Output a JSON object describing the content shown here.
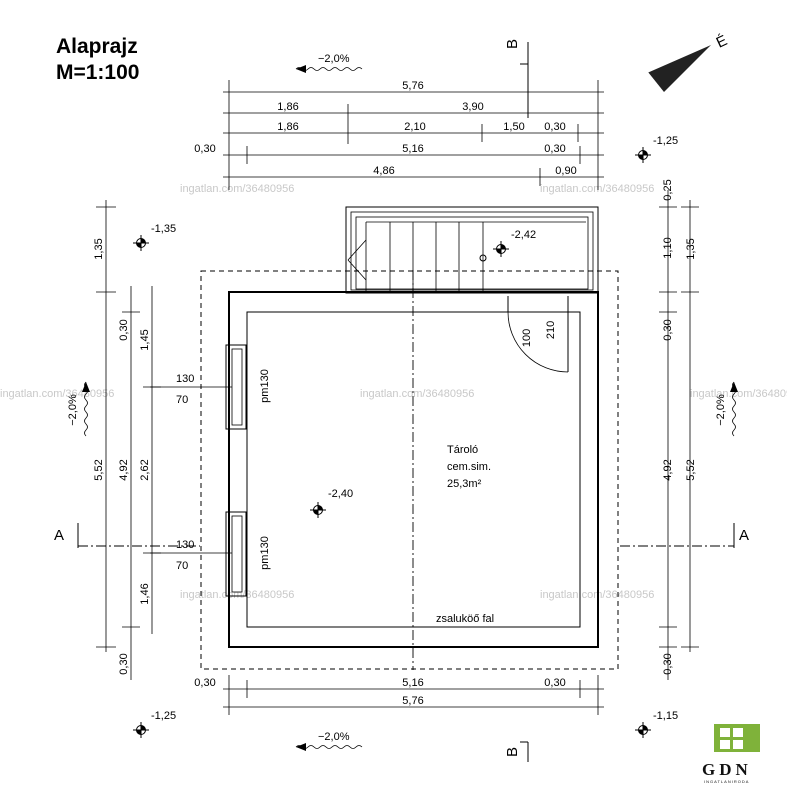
{
  "title": {
    "line1": "Alaprajz",
    "line2": "M=1:100"
  },
  "watermark": "ingatlan.com/36480956",
  "north": {
    "label": "É"
  },
  "sections": {
    "a": "A",
    "b": "B"
  },
  "slopes": {
    "top": "−2,0%",
    "bottom": "−2,0%",
    "left": "−2,0%",
    "right": "−2,0%"
  },
  "dims_top": {
    "total": "5,76",
    "row2": [
      "1,86",
      "3,90"
    ],
    "row3": [
      "1,86",
      "2,10",
      "1,50",
      "0,30"
    ],
    "row4": [
      "0,30",
      "5,16",
      "0,30"
    ],
    "row5": [
      "4,86",
      "0,90"
    ]
  },
  "dims_bottom": {
    "row1": [
      "0,30",
      "5,16",
      "0,30"
    ],
    "total": "5,76"
  },
  "dims_left": {
    "outer": [
      "1,35",
      "5,52"
    ],
    "mid": [
      "0,30",
      "4,92",
      "0,30"
    ],
    "inner": [
      "1,45",
      "2,62",
      "1,46"
    ]
  },
  "dims_right": {
    "outer_top": "0,25",
    "a": [
      "1,10",
      "0,30",
      "4,92",
      "0,30"
    ],
    "b": [
      "1,35",
      "5,52"
    ]
  },
  "windows": [
    {
      "w": "130",
      "h": "70",
      "label": "pm130"
    },
    {
      "w": "130",
      "h": "70",
      "label": "pm130"
    }
  ],
  "door": {
    "w": "100",
    "h": "210"
  },
  "levels": {
    "tl": "-1,35",
    "tr": "-1,25",
    "bl": "-1,25",
    "br": "-1,15",
    "floor": "-2,40",
    "stair": "-2,42"
  },
  "room": {
    "name": "Tároló",
    "finish": "cem.sim.",
    "area": "25,3m²"
  },
  "wall_note": "zsaluköő fal",
  "logo": {
    "text": "GDN",
    "sub": "INGATLANIRODA"
  }
}
